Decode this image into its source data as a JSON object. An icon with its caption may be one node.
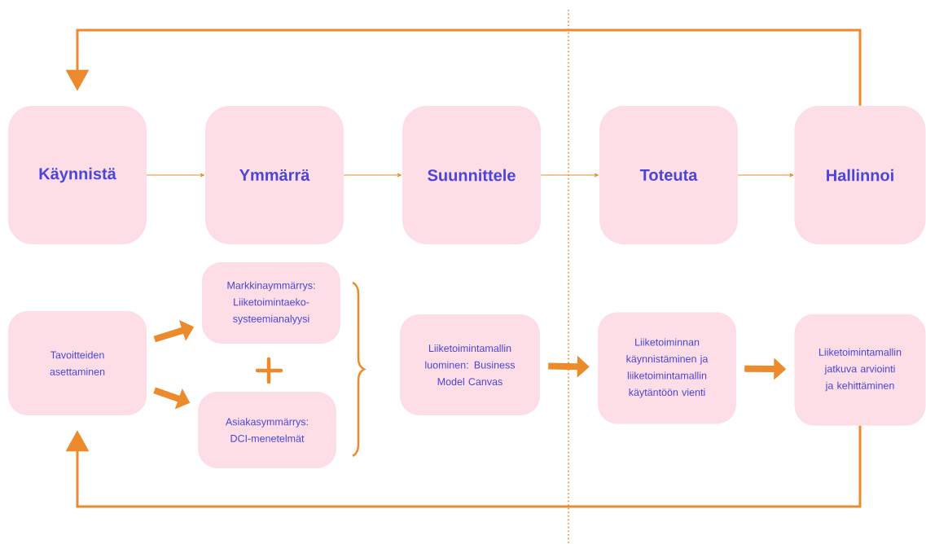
{
  "diagram": {
    "nodes": [
      {
        "text": [
          "Käynnistä"
        ]
      },
      {
        "text": [
          "Ymmärrä"
        ]
      },
      {
        "text": [
          "Suunnittele"
        ]
      },
      {
        "text": [
          "Toteuta"
        ]
      },
      {
        "text": [
          "Hallinnoi"
        ]
      },
      {
        "text": [
          "Tavoitteiden asettaminen"
        ]
      },
      {
        "text": [
          "Markkinaymmärrys: Liiketoimintaeko- systeemianalyysi"
        ]
      },
      {
        "text": [
          "Asiakasymmärrys: DCI-menetelmät"
        ]
      },
      {
        "text": [
          "Liiketoimintamallin luominen: Business Model Canvas"
        ]
      },
      {
        "text": [
          "Liiketoiminnan käynnistäminen ja liiketoimintamallin käytäntöön vienti"
        ]
      },
      {
        "text": [
          "Liiketoimintamallin jatkuva arviointi ja kehittäminen"
        ]
      }
    ],
    "edges": [
      {
        "from": 0,
        "to": 1,
        "arrow": "to"
      },
      {
        "from": 1,
        "to": 2,
        "arrow": "to"
      },
      {
        "from": 2,
        "to": 3,
        "arrow": "to"
      },
      {
        "from": 3,
        "to": 4,
        "arrow": "to"
      },
      {
        "from": 4,
        "to": 0,
        "arrow": "to"
      },
      {
        "from": 5,
        "to": 6,
        "arrow": "to",
        "style": "thick"
      },
      {
        "from": 5,
        "to": 7,
        "arrow": "to",
        "style": "thick"
      },
      {
        "from": 8,
        "to": 9,
        "arrow": "to",
        "style": "thick"
      },
      {
        "from": 9,
        "to": 10,
        "arrow": "to",
        "style": "thick"
      },
      {
        "from": 10,
        "to": 5,
        "arrow": "to"
      }
    ]
  }
}
